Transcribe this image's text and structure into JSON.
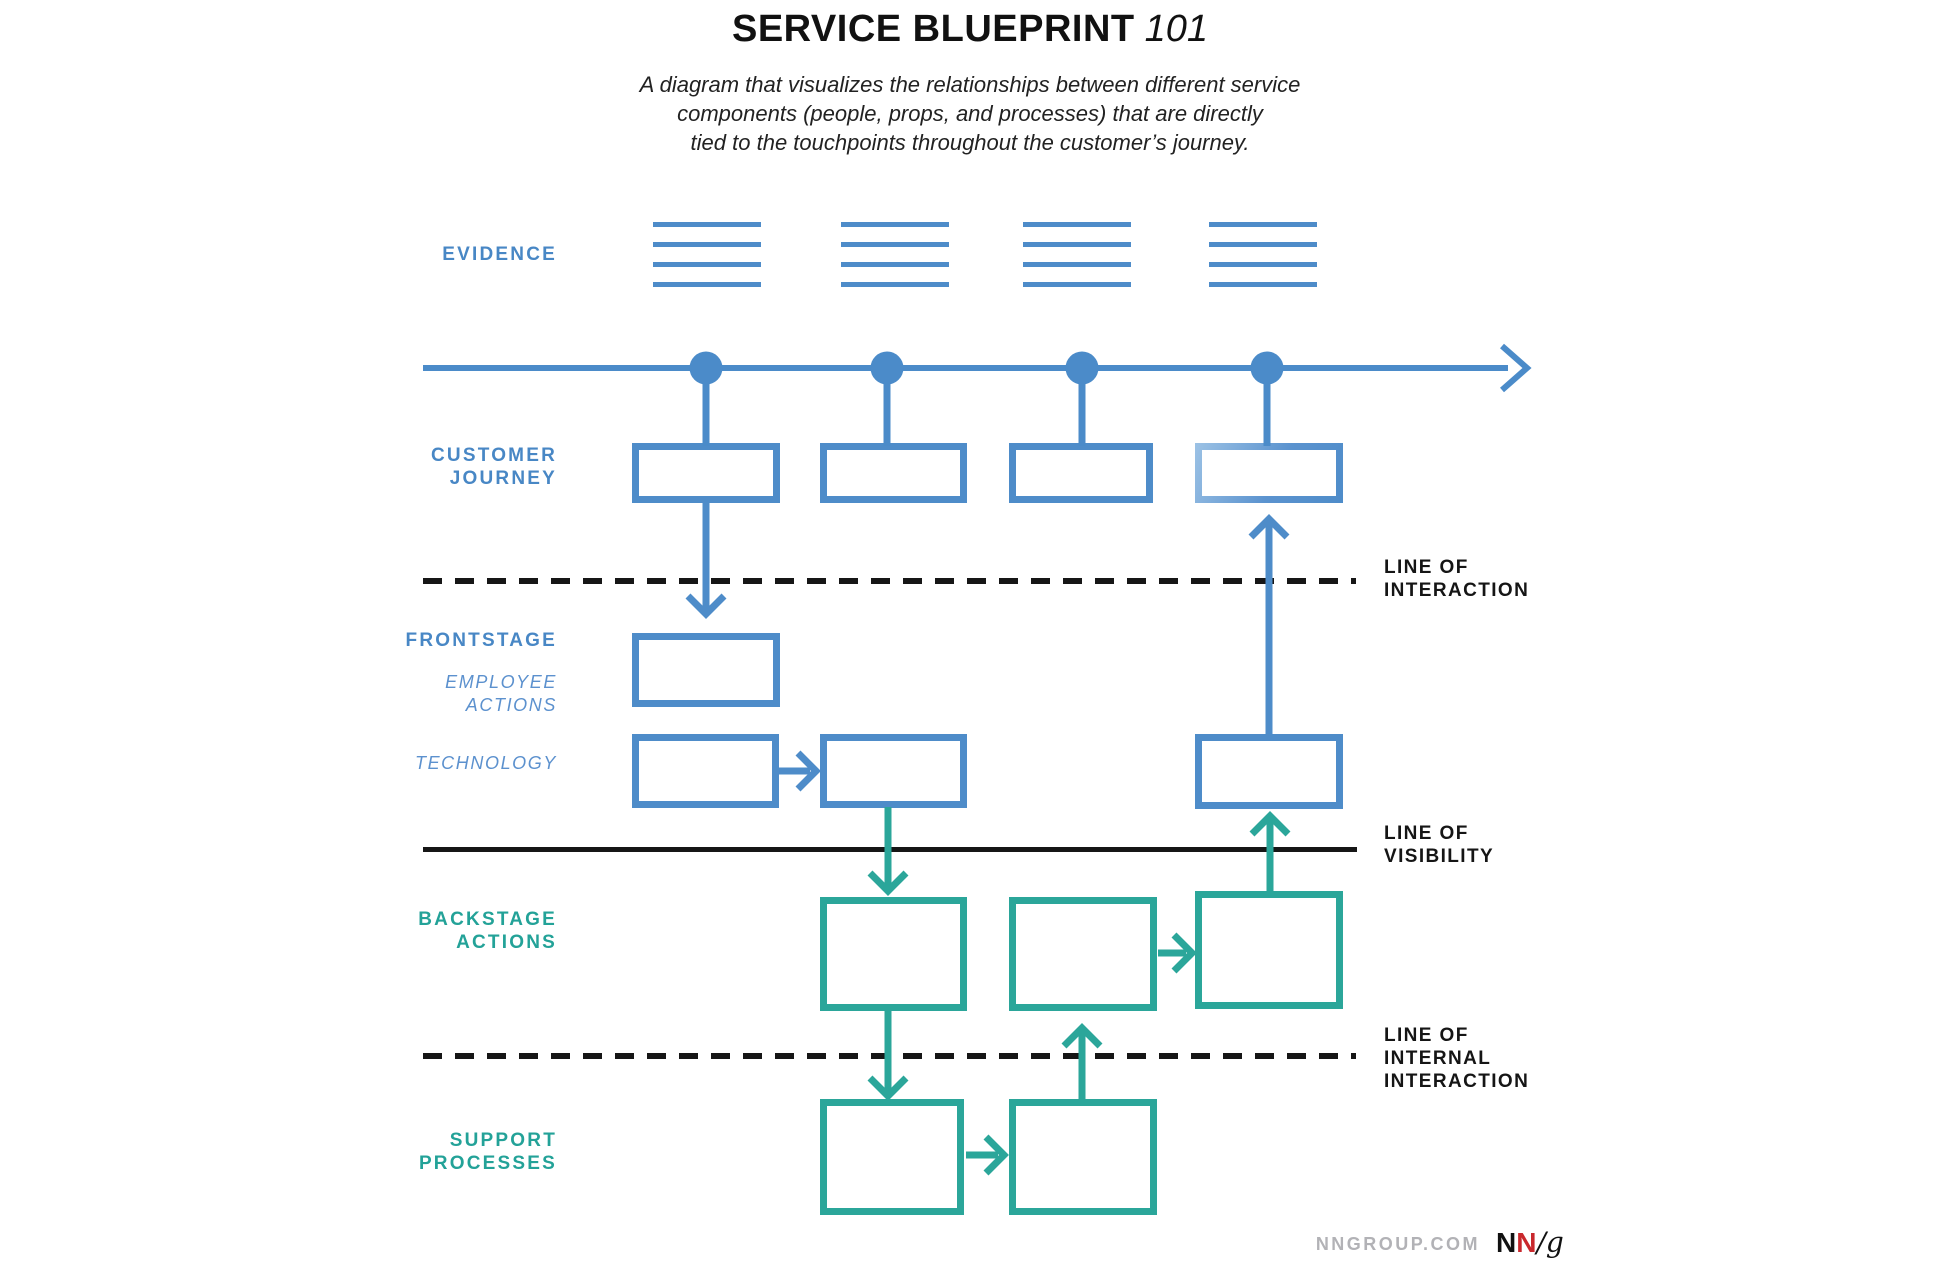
{
  "title": {
    "main": "SERVICE BLUEPRINT",
    "suffix": "101"
  },
  "subtitle": [
    "A diagram that visualizes the relationships between different service",
    "components (people, props, and processes) that are directly",
    "tied to the touchpoints throughout the customer’s journey."
  ],
  "row_labels": {
    "evidence": "EVIDENCE",
    "customer_journey": [
      "CUSTOMER",
      "JOURNEY"
    ],
    "frontstage": "FRONTSTAGE",
    "employee_actions": [
      "EMPLOYEE",
      "ACTIONS"
    ],
    "technology": "TECHNOLOGY",
    "backstage_actions": [
      "BACKSTAGE",
      "ACTIONS"
    ],
    "support_processes": [
      "SUPPORT",
      "PROCESSES"
    ]
  },
  "boundary_labels": {
    "interaction": [
      "LINE OF",
      "INTERACTION"
    ],
    "visibility": [
      "LINE OF",
      "VISIBILITY"
    ],
    "internal": [
      "LINE OF",
      "INTERNAL",
      "INTERACTION"
    ]
  },
  "footer": {
    "site": "NNGROUP.COM",
    "logo": {
      "n1": "N",
      "n2": "N",
      "slash_g": "/g"
    }
  },
  "colors": {
    "blue": "#4E8CC9",
    "blue_light": "#9CC2E5",
    "blue_label": "#4887C5",
    "blue_sublabel": "#5C91CE",
    "teal": "#2BA69A",
    "teal_label": "#23A298",
    "line_black": "#161616",
    "footer_gray": "#B2B2B6",
    "logo_red": "#C9282D"
  }
}
